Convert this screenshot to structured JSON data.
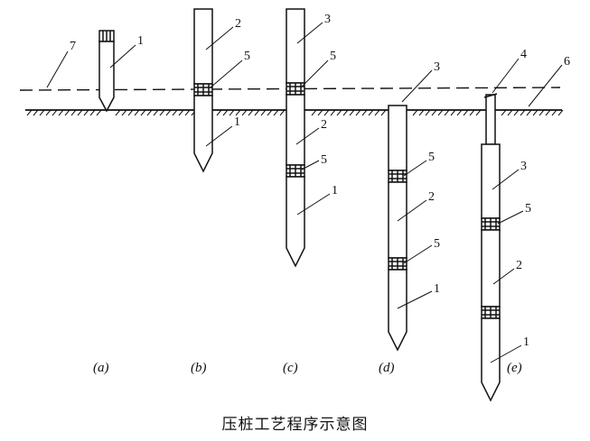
{
  "caption": "压桩工艺程序示意图",
  "stages": {
    "a": "(a)",
    "b": "(b)",
    "c": "(c)",
    "d": "(d)",
    "e": "(e)"
  },
  "labels": {
    "one": "1",
    "two": "2",
    "three": "3",
    "four": "4",
    "five": "5",
    "six": "6",
    "seven": "7"
  }
}
